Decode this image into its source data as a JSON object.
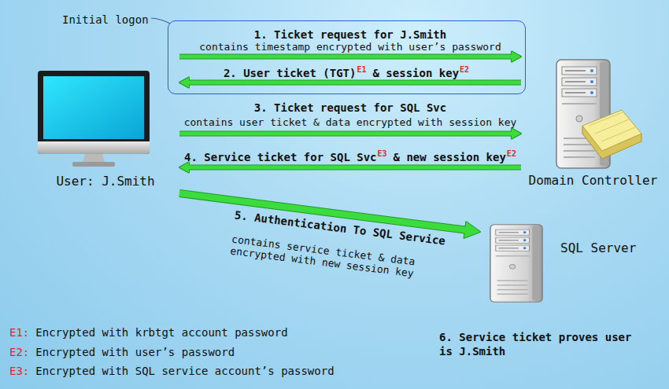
{
  "diagram": {
    "nodes": [
      {
        "text": [
          "Initial logon"
        ]
      },
      {
        "text": [
          "User: J.Smith"
        ]
      },
      {
        "text": [
          "Domain Controller"
        ]
      },
      {
        "text": [
          "SQL Server"
        ]
      }
    ],
    "edges": [
      {
        "from": 1,
        "to": 2,
        "arrow": "to",
        "label": "1. Ticket request for J.Smith"
      },
      {
        "from": 2,
        "to": 1,
        "arrow": "to",
        "label": "2. User ticket (TGT)"
      },
      {
        "from": 1,
        "to": 2,
        "arrow": "to",
        "label": "3. Ticket request for SQL Svc"
      },
      {
        "from": 2,
        "to": 1,
        "arrow": "to",
        "label": "4. Service ticket for SQL Svc"
      },
      {
        "from": 1,
        "to": 3,
        "arrow": "to",
        "label": "5. Authentication To SQL Service"
      }
    ],
    "labels": [
      "contains timestamp encrypted with user’s password",
      "E1",
      "& session key",
      "E2",
      "contains user ticket & data encrypted with session key",
      "E3",
      "& new session key",
      "E2",
      "contains service ticket & data encrypted with new session key",
      "E1:",
      "E2:",
      "E3:",
      "6. Service ticket proves user is J.Smith"
    ],
    "legend": [
      {
        "text": "Encrypted with krbtgt account password"
      },
      {
        "text": "Encrypted with user’s password"
      },
      {
        "text": "Encrypted with SQL service account’s password"
      }
    ]
  }
}
